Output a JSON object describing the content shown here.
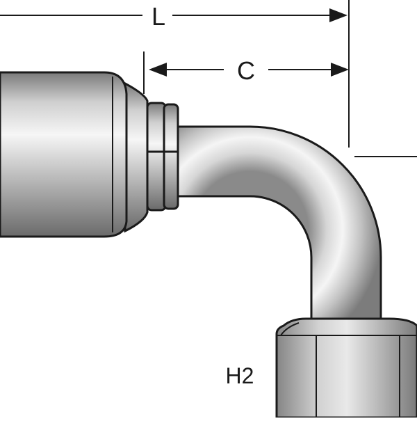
{
  "diagram": {
    "dimension_labels": {
      "overall_length": "L",
      "center_length": "C",
      "height": "H2"
    },
    "colors": {
      "outline": "#1a1a1a",
      "metal_dark": "#6e6e6e",
      "metal_mid": "#b9b9b9",
      "metal_light": "#f4f4f4",
      "background": "#ffffff"
    }
  }
}
